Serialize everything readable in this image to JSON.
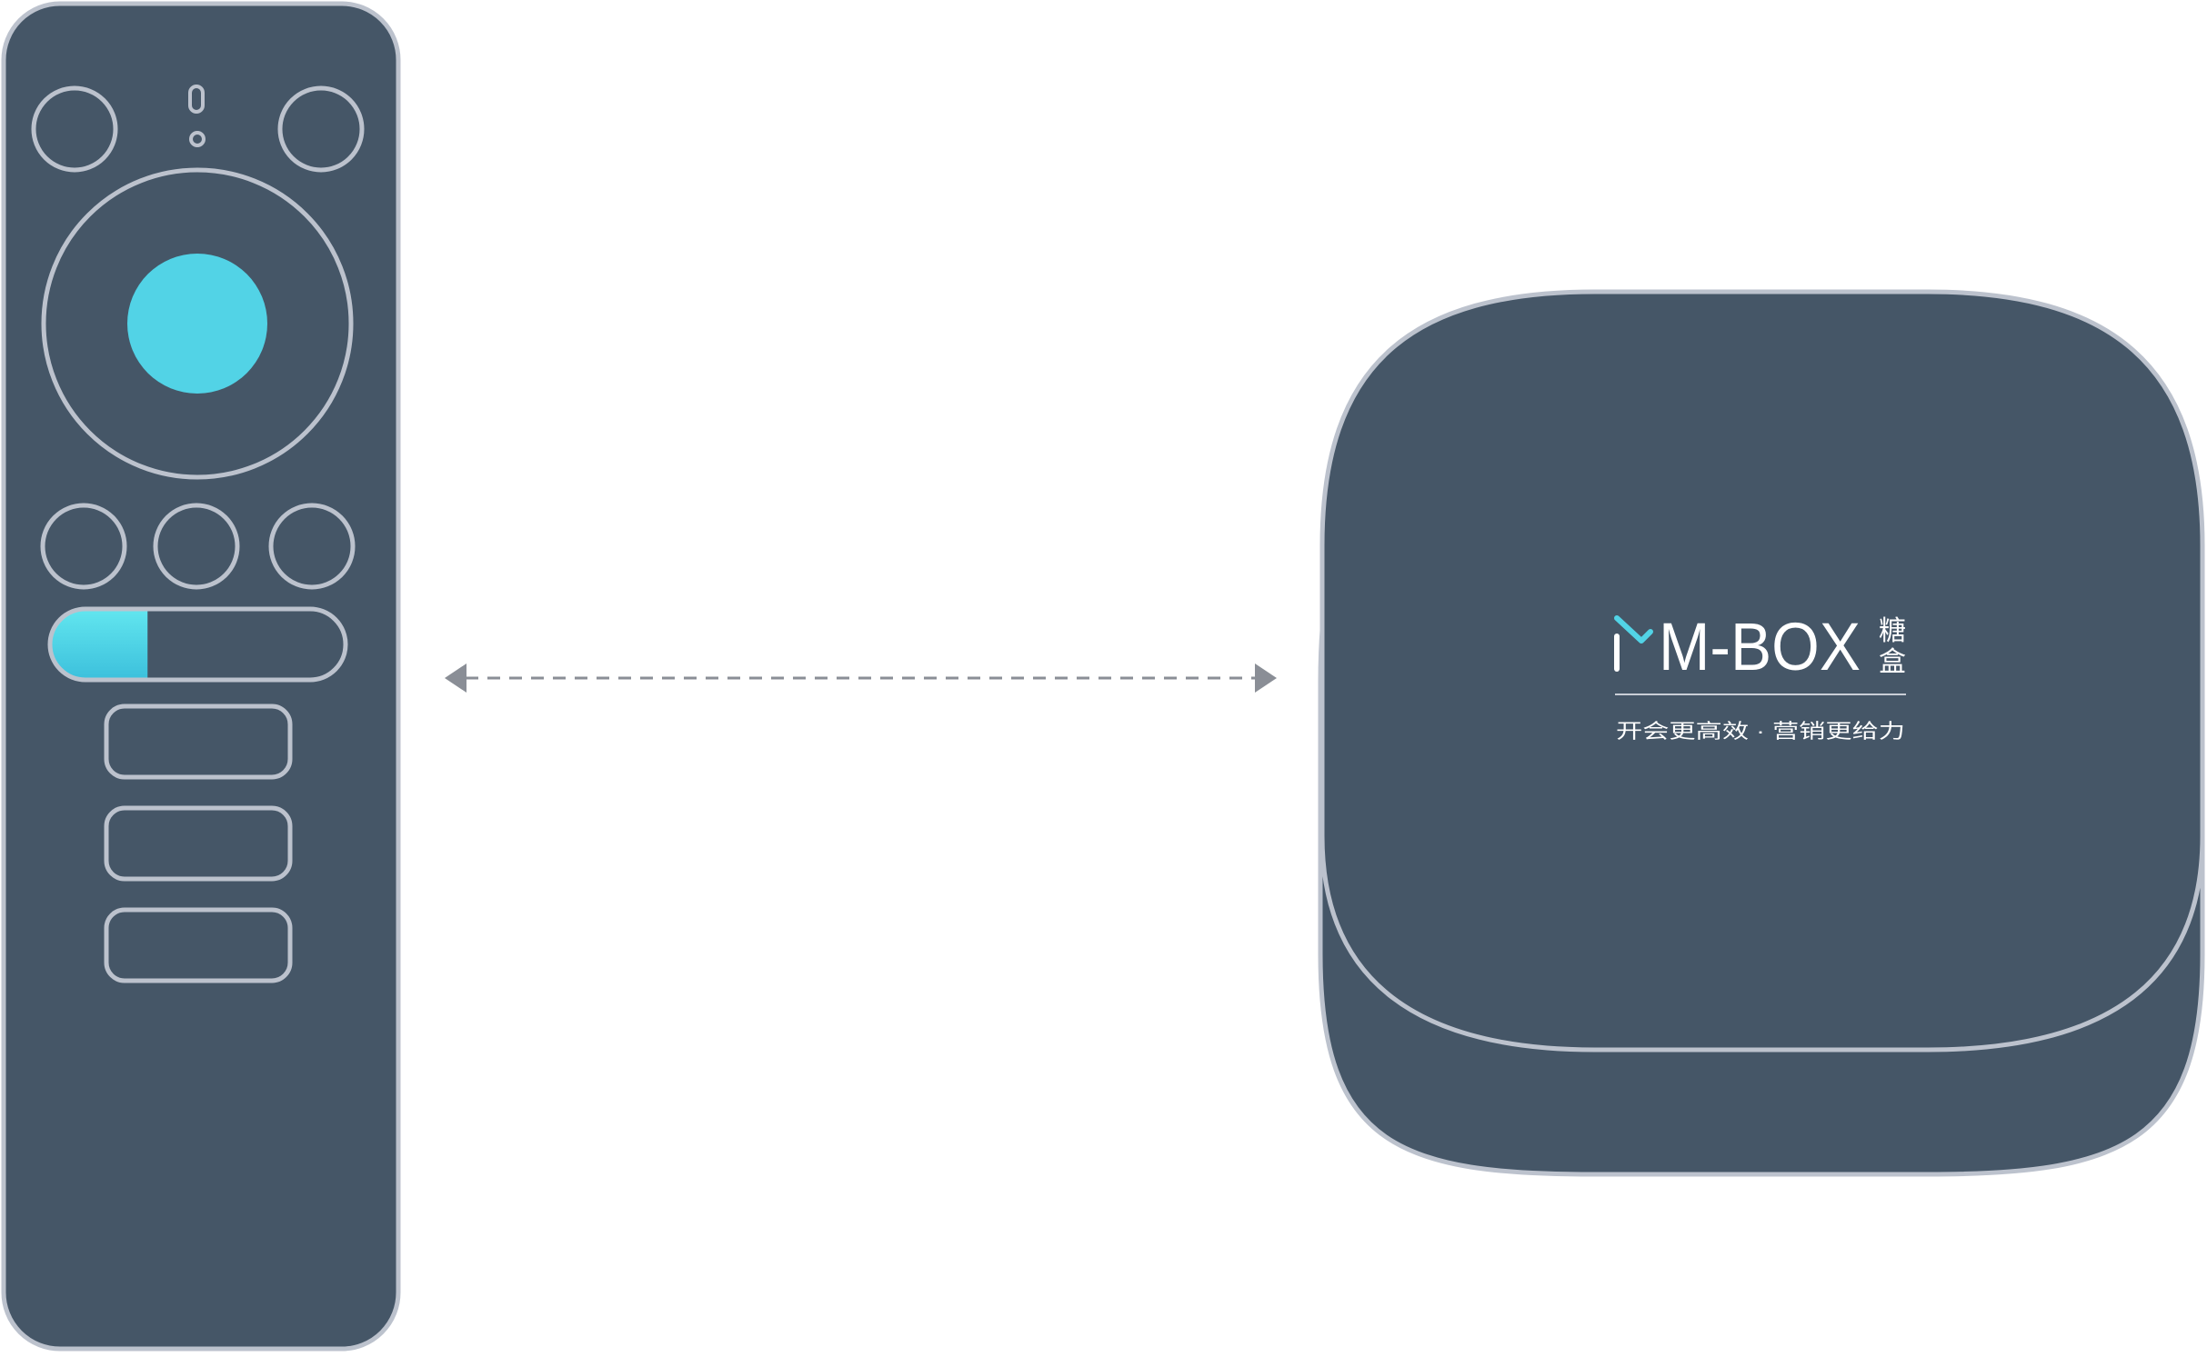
{
  "colors": {
    "device_body": "#455667",
    "outline": "#bcc2cd",
    "accent": "#52d3e6",
    "connector": "#8a8e96",
    "logo_text": "#ffffff"
  },
  "remote": {
    "icons": [
      "power-button-icon",
      "input-button-icon",
      "dpad-ring-icon",
      "ok-button-icon",
      "function-button-icon",
      "volume-rocker-icon"
    ],
    "volume_level": 0.33
  },
  "connector": {
    "style": "dashed",
    "direction": "bidirectional"
  },
  "mbox": {
    "brand": "M-BOX",
    "brand_cn_1": "糖",
    "brand_cn_2": "盒",
    "slogan": "开会更高效 · 营销更给力"
  }
}
